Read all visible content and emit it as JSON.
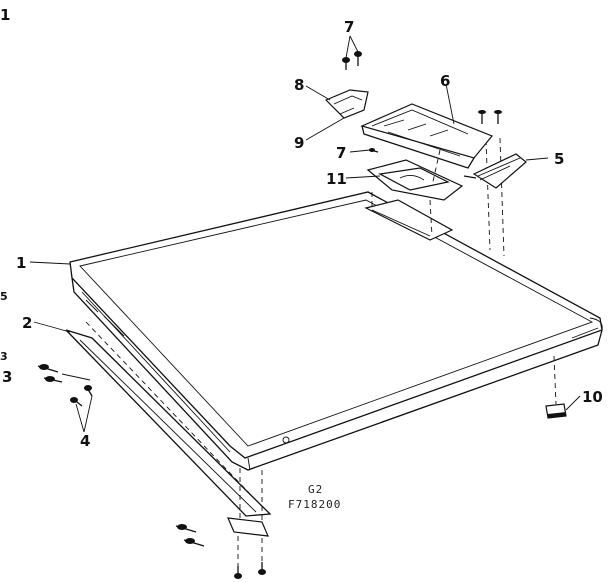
{
  "diagram": {
    "callouts": {
      "c1": "1",
      "c2": "2",
      "c3": "3",
      "c4": "4",
      "c5": "5",
      "c6": "6",
      "c7a": "7",
      "c7b": "7",
      "c8": "8",
      "c9": "9",
      "c10": "10",
      "c11": "11"
    },
    "figure_code": "G2",
    "part_number": "F718200",
    "edge_marks": {
      "top": "1",
      "mid": "5",
      "left_3": "3"
    }
  }
}
